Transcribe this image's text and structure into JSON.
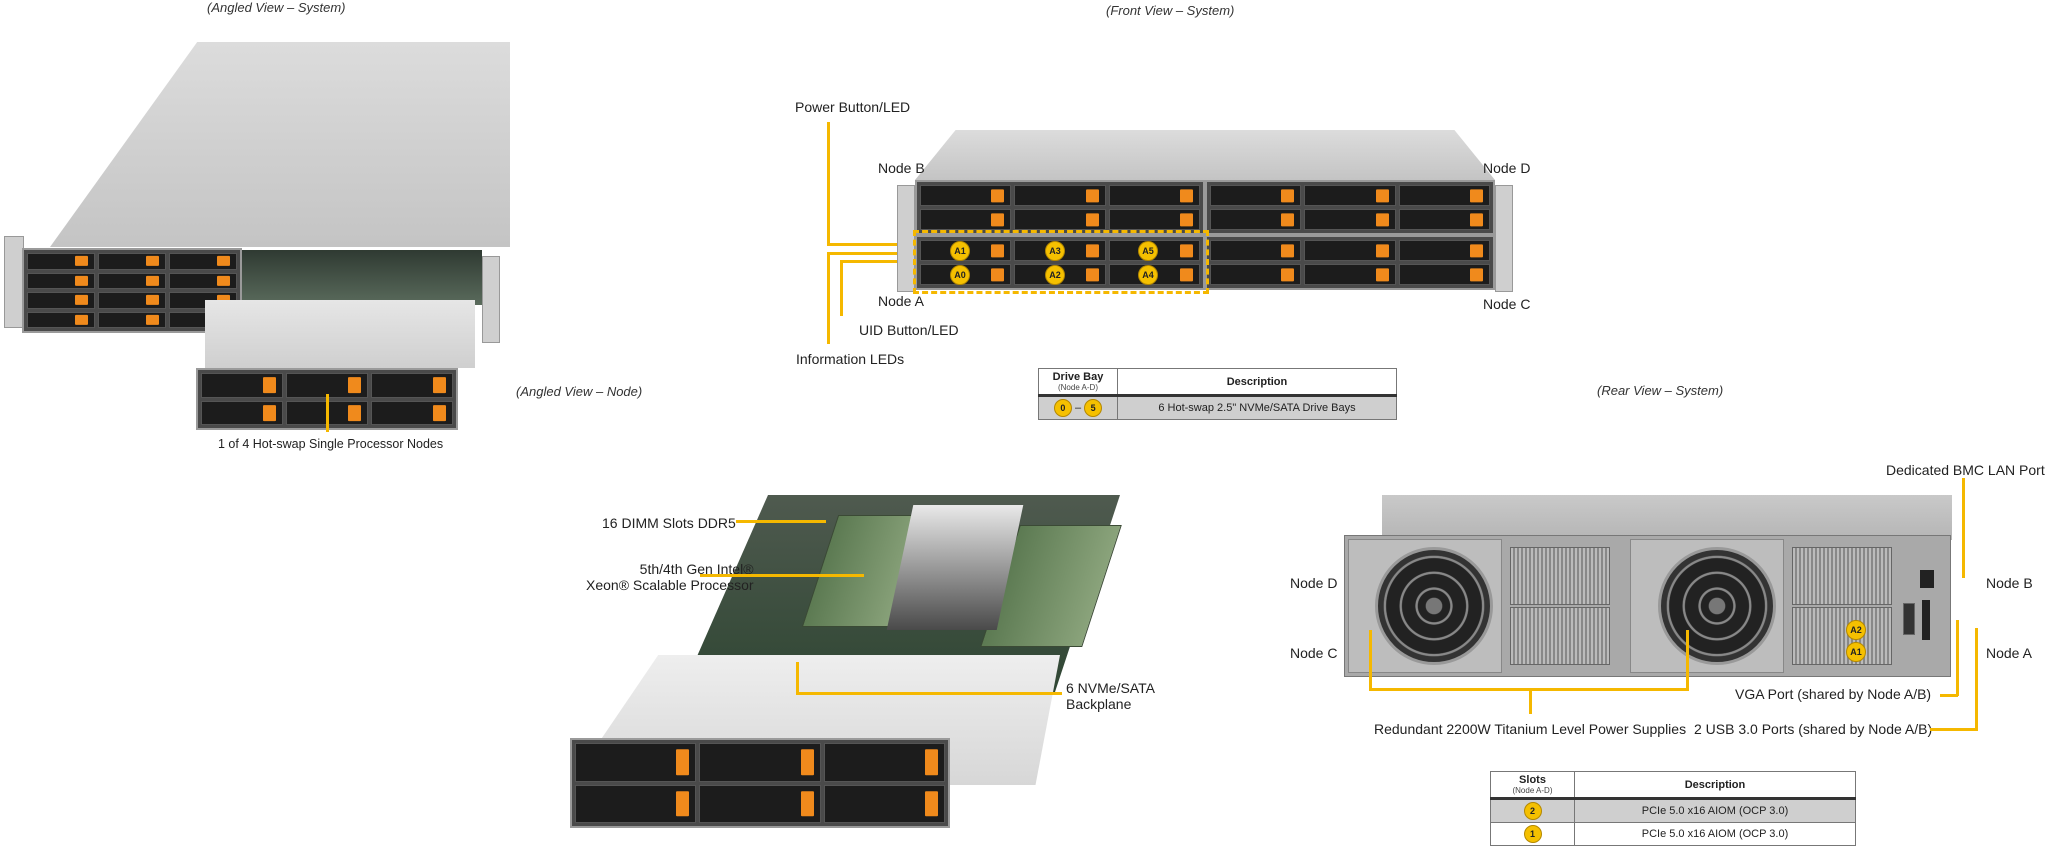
{
  "captions": {
    "angled_system": "(Angled View – System)",
    "front_system": "(Front View – System)",
    "angled_node": "(Angled View – Node)",
    "rear_system": "(Rear View – System)"
  },
  "angled_system": {
    "callout": "1 of 4 Hot-swap  Single Processor Nodes"
  },
  "front_view": {
    "labels": {
      "power": "Power Button/LED",
      "uid": "UID Button/LED",
      "info": "Information  LEDs",
      "node_a": "Node A",
      "node_b": "Node B",
      "node_c": "Node C",
      "node_d": "Node D"
    },
    "bay_badges": [
      "A1",
      "A3",
      "A5",
      "A0",
      "A2",
      "A4"
    ],
    "accent_color": "#f5b800",
    "drive_tab_color": "#f08a1c"
  },
  "drive_table": {
    "header_col1": "Drive Bay",
    "header_col1_sub": "(Node A-D)",
    "header_col2": "Description",
    "rows": [
      {
        "from": "0",
        "sep": "–",
        "to": "5",
        "description": "6 Hot-swap  2.5\" NVMe/SATA Drive  Bays"
      }
    ]
  },
  "node_view": {
    "labels": {
      "dimm": "16 DIMM Slots DDR5",
      "cpu_line1": "5th/4th Gen Intel®",
      "cpu_line2": "Xeon® Scalable Processor",
      "backplane_line1": "6 NVMe/SATA",
      "backplane_line2": "Backplane"
    }
  },
  "rear_view": {
    "labels": {
      "bmc": "Dedicated BMC LAN Port",
      "node_a": "Node A",
      "node_b": "Node B",
      "node_c": "Node C",
      "node_d": "Node D",
      "vga": "VGA Port (shared by Node A/B)",
      "usb": "2 USB 3.0 Ports (shared by Node A/B)",
      "psu": "Redundant  2200W Titanium  Level Power Supplies"
    },
    "slot_badges": [
      "A2",
      "A1"
    ]
  },
  "slots_table": {
    "header_col1": "Slots",
    "header_col1_sub": "(Node A-D)",
    "header_col2": "Description",
    "rows": [
      {
        "slot": "2",
        "description": "PCIe 5.0 x16 AIOM (OCP 3.0)"
      },
      {
        "slot": "1",
        "description": "PCIe 5.0 x16 AIOM (OCP 3.0)"
      }
    ]
  }
}
